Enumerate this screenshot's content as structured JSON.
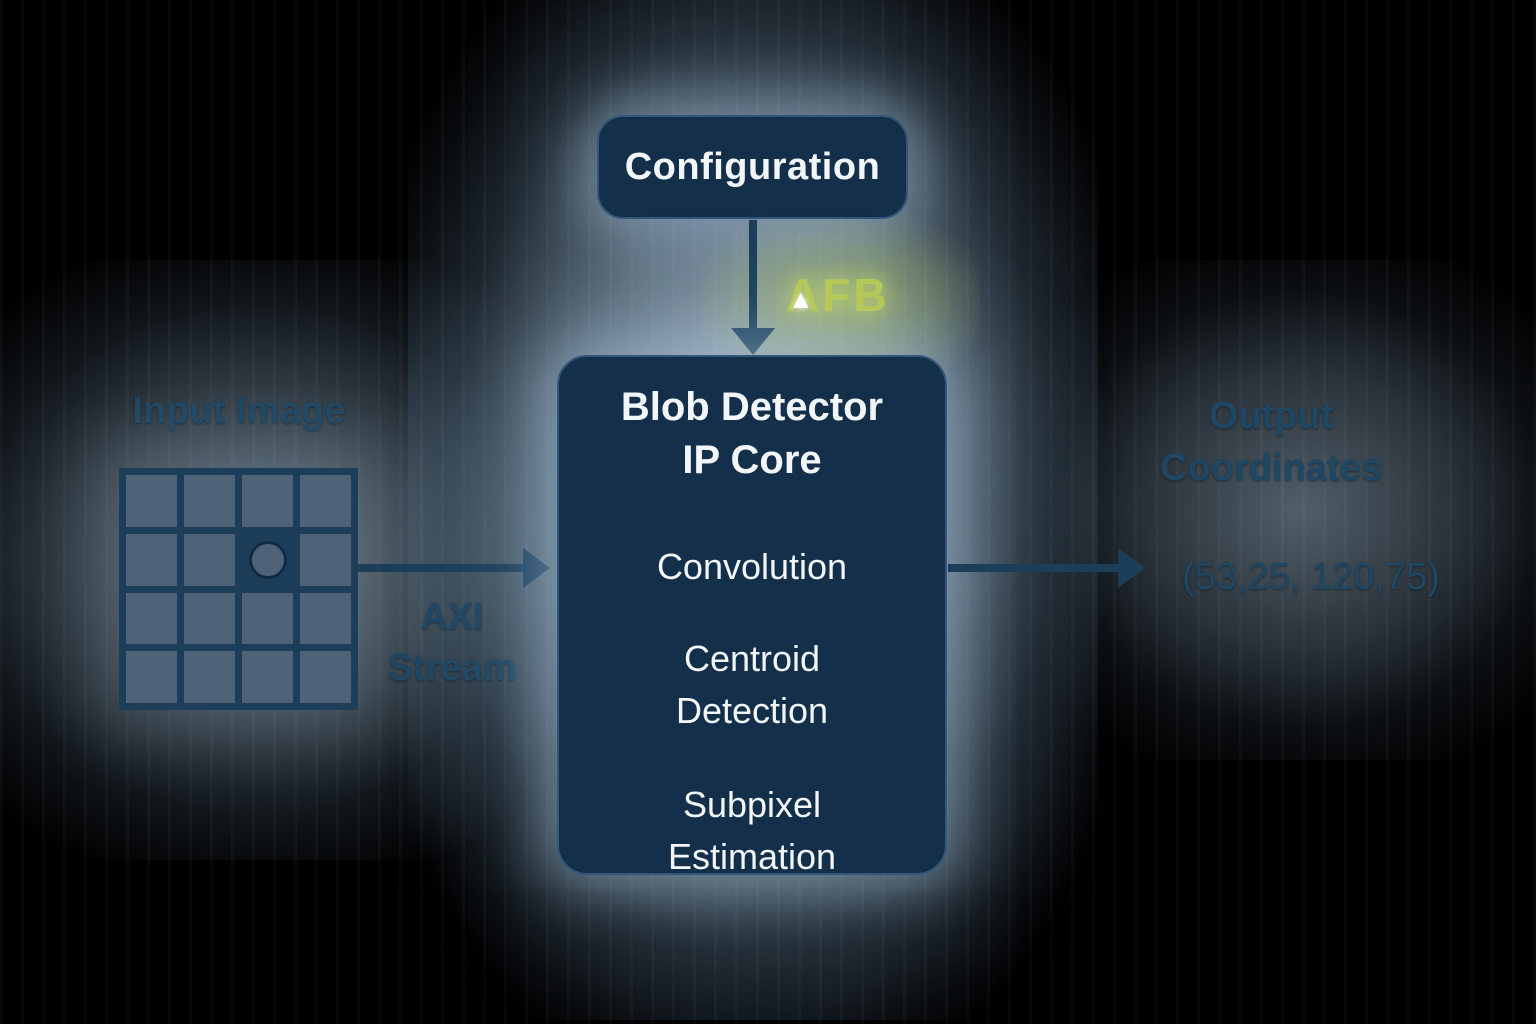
{
  "config_box": {
    "label": "Configuration"
  },
  "watermark": {
    "text": "AFB",
    "pointer": "▲"
  },
  "input": {
    "label": "Input Image",
    "grid": {
      "rows": 4,
      "cols": 4,
      "blob_row": 1,
      "blob_col": 2
    }
  },
  "axi": {
    "line1": "AXI",
    "line2": "Stream"
  },
  "core_box": {
    "title_line1": "Blob Detector",
    "title_line2": "IP Core",
    "stages": [
      "Convolution",
      "Centroid Detection",
      "Subpixel Estimation"
    ]
  },
  "output": {
    "line1": "Output",
    "line2": "Coordinates",
    "value": "(53,25, 120,75)"
  },
  "colors": {
    "box-fill": "#132f49",
    "box-border": "#33567a",
    "navy-text": "#1f4663",
    "navy-line": "#1c3e59",
    "cell-fill": "#4e6378",
    "white": "#f2f6f9",
    "wm-green": "#b9cd55"
  }
}
